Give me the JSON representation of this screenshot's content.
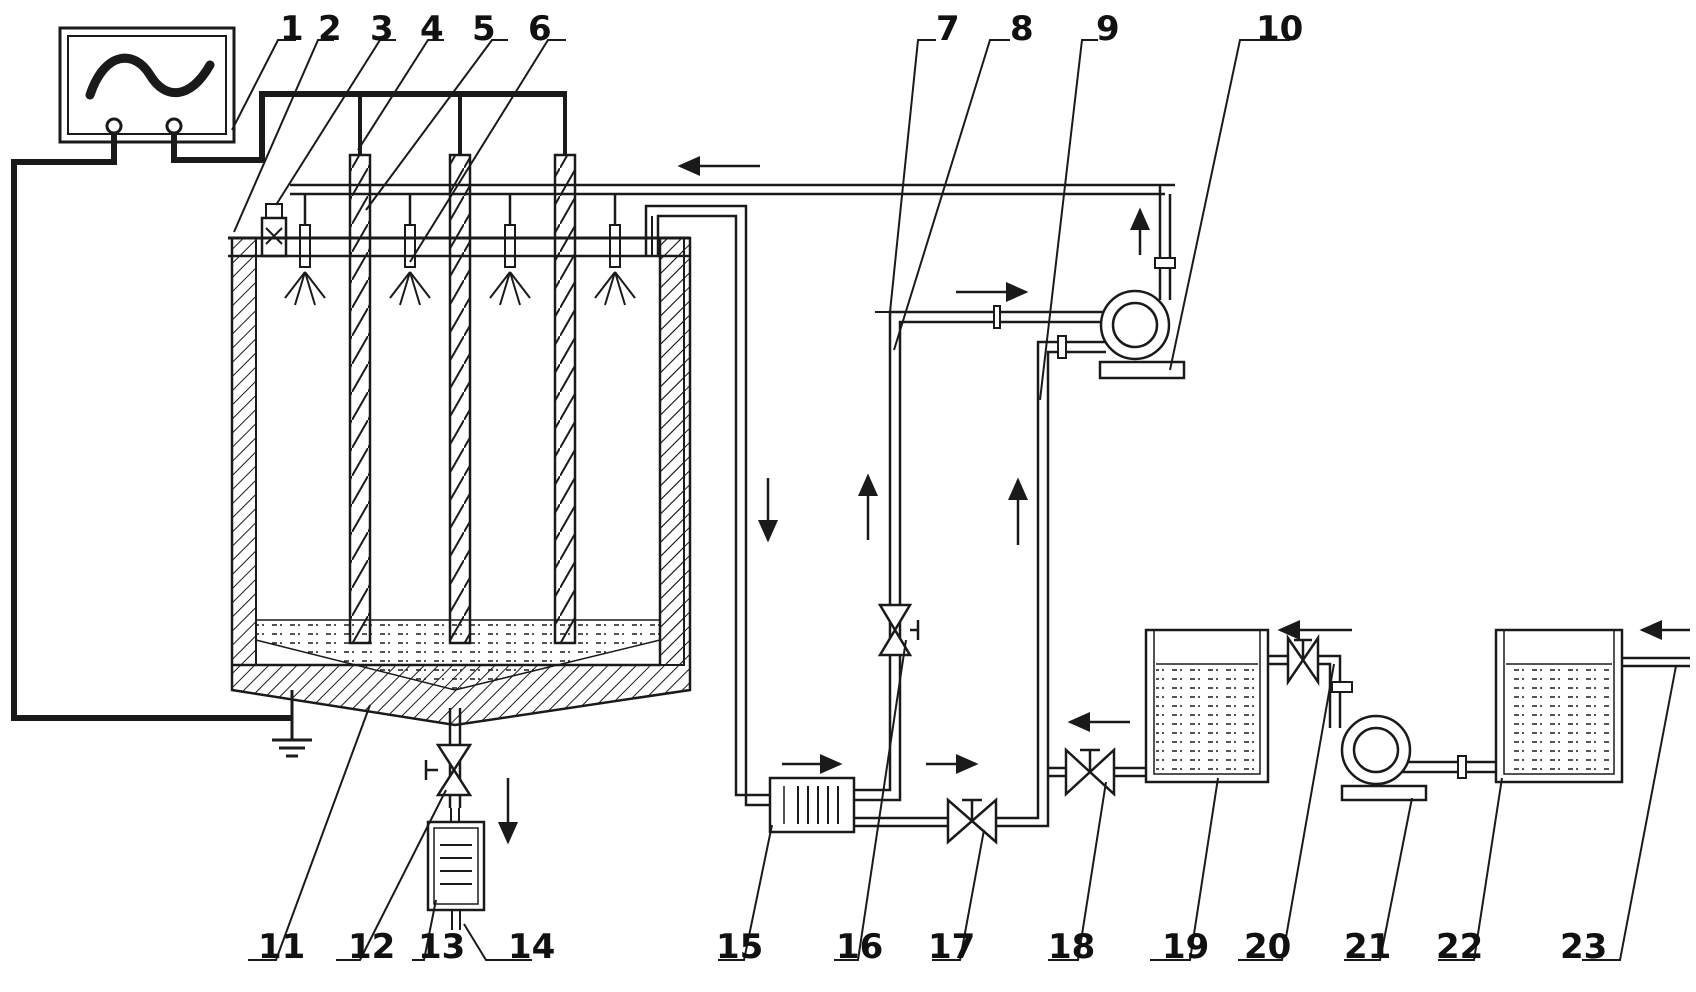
{
  "labels": [
    "1",
    "2",
    "3",
    "4",
    "5",
    "6",
    "7",
    "8",
    "9",
    "10",
    "11",
    "12",
    "13",
    "14",
    "15",
    "16",
    "17",
    "18",
    "19",
    "20",
    "21",
    "22",
    "23"
  ],
  "colors": {
    "line": "#1a1a1a",
    "background": "#ffffff"
  },
  "icons": [
    "ac-power-source-icon",
    "ground-symbol-icon",
    "valve-icon",
    "pump-icon",
    "arrow-icon",
    "nozzle-icon"
  ]
}
